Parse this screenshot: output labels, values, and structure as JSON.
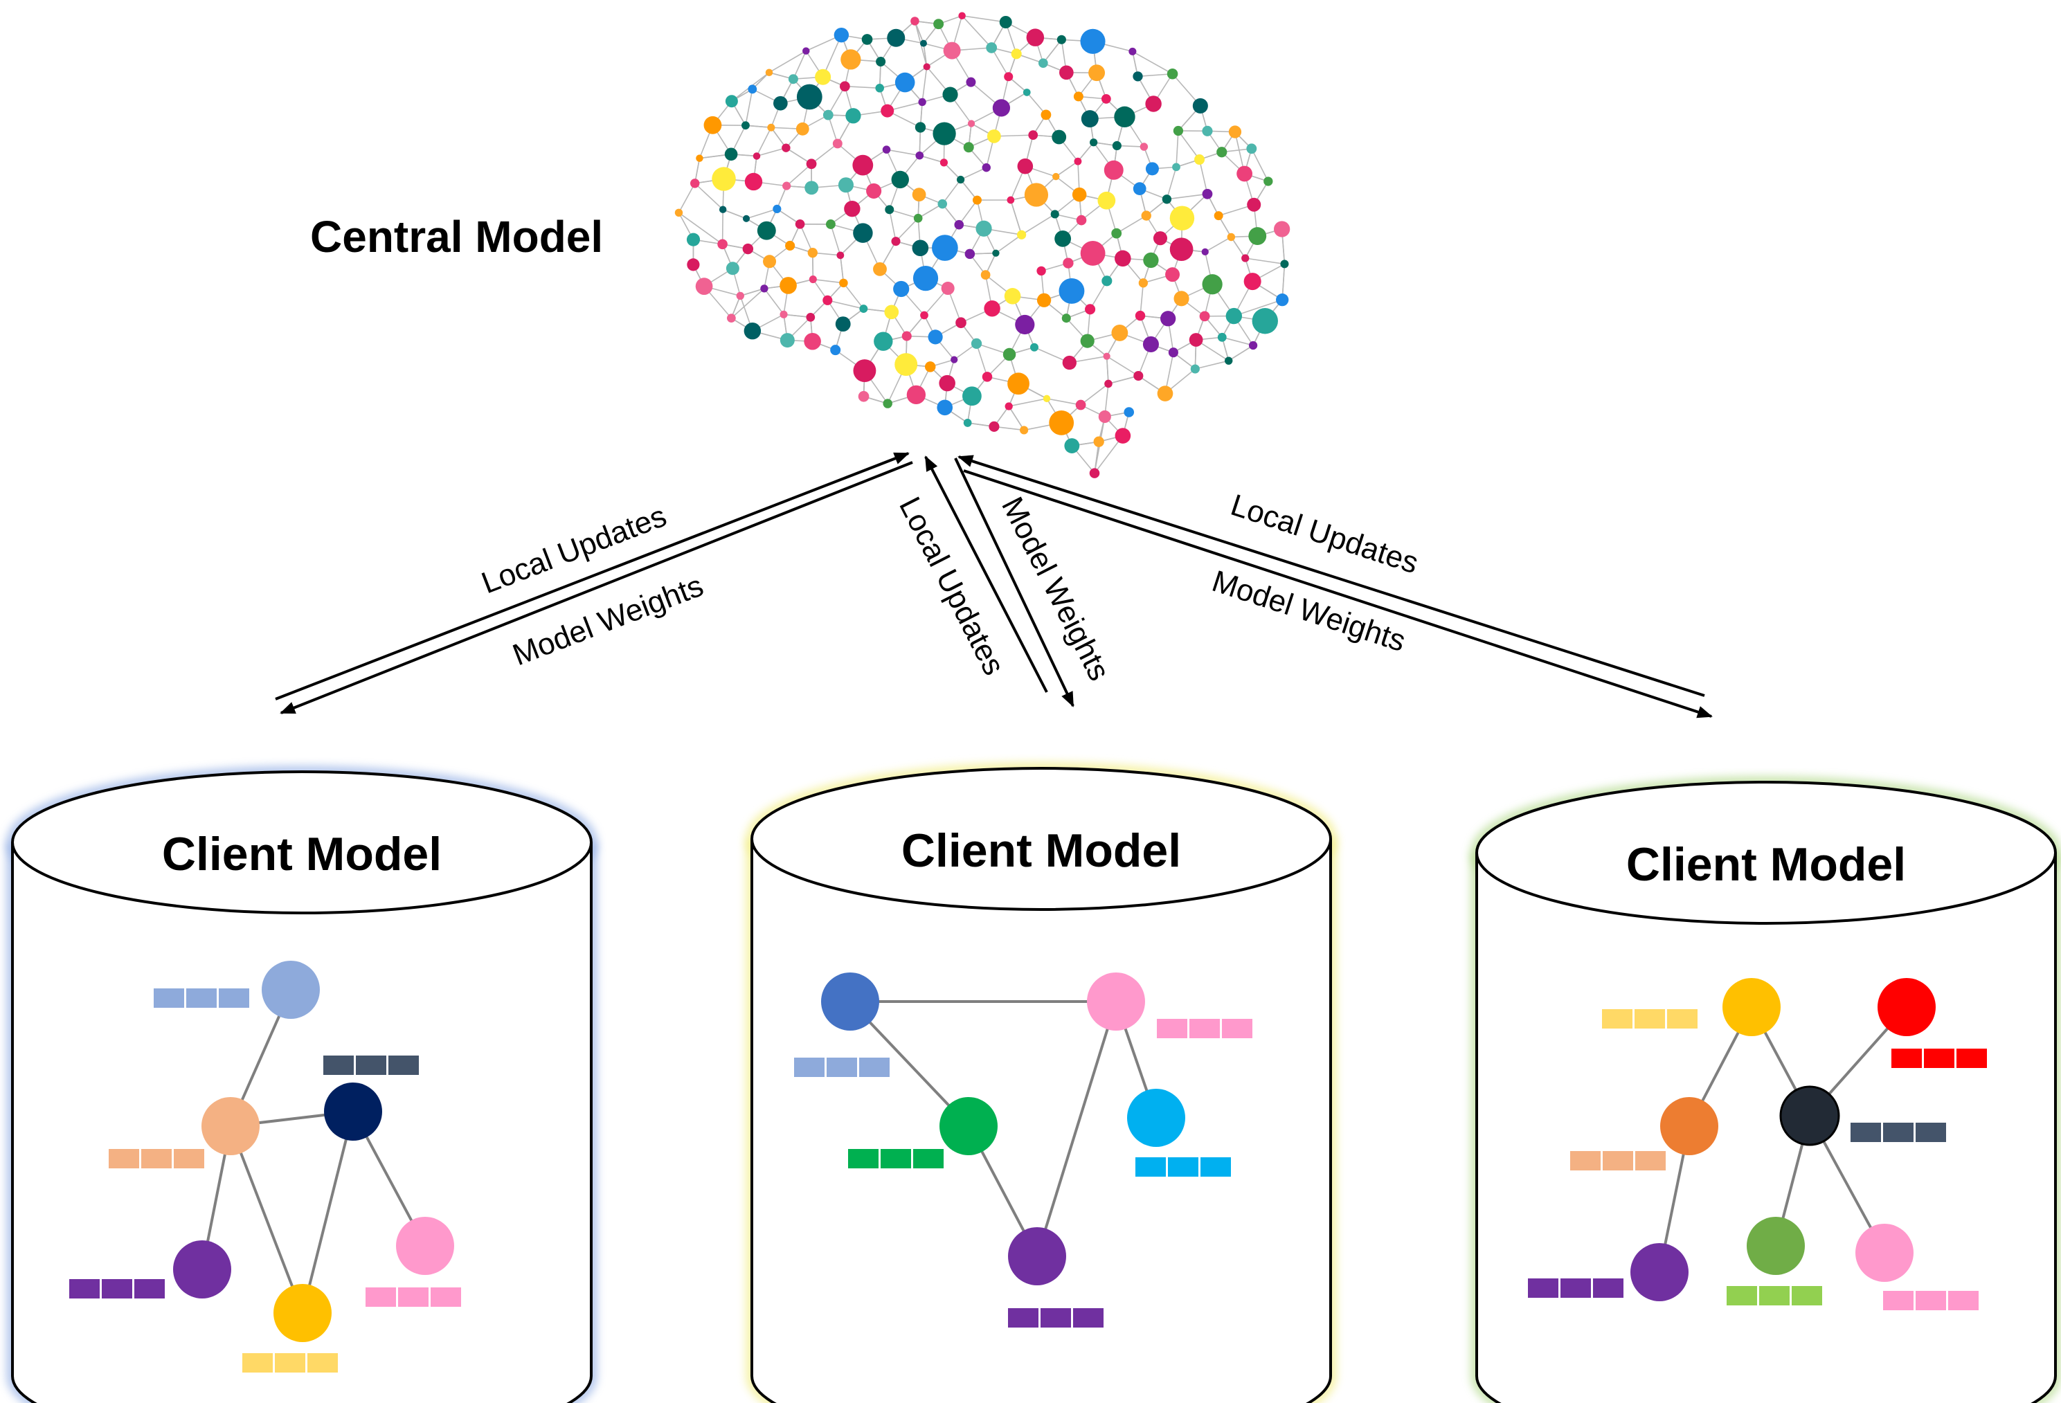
{
  "central": {
    "title": "Central Model"
  },
  "links": [
    {
      "id": "left",
      "top_label": "Local Updates",
      "bottom_label": "Model Weights"
    },
    {
      "id": "middle",
      "top_label": "Local Updates",
      "bottom_label": "Model Weights"
    },
    {
      "id": "right",
      "top_label": "Local Updates",
      "bottom_label": "Model Weights"
    }
  ],
  "clients": [
    {
      "title": "Client Model",
      "glow": "#9ab4e6"
    },
    {
      "title": "Client Model",
      "glow": "#f3ee8a"
    },
    {
      "title": "Client Model",
      "glow": "#b7dc93"
    }
  ],
  "colors": {
    "light-blue": "#8eaadb",
    "peach": "#f4b183",
    "navy": "#002060",
    "purple": "#7030a0",
    "gold": "#ffc000",
    "pink": "#ff99cc",
    "blue": "#4472c4",
    "green": "#00b050",
    "sky": "#00b0f0",
    "orange": "#ed7d31",
    "red": "#ff0000",
    "dark": "#222a35",
    "olive-green": "#70ad47",
    "label-light-blue": "#8eaadb",
    "label-peach": "#f4b183",
    "label-slate": "#44546a",
    "label-purple": "#7030a0",
    "label-gold": "#ffd966",
    "label-pink": "#ff99cc",
    "label-blue": "#8eaadb",
    "label-green": "#00b050",
    "label-sky": "#00b0f0",
    "label-red": "#ff0000",
    "label-lime": "#92d050"
  }
}
